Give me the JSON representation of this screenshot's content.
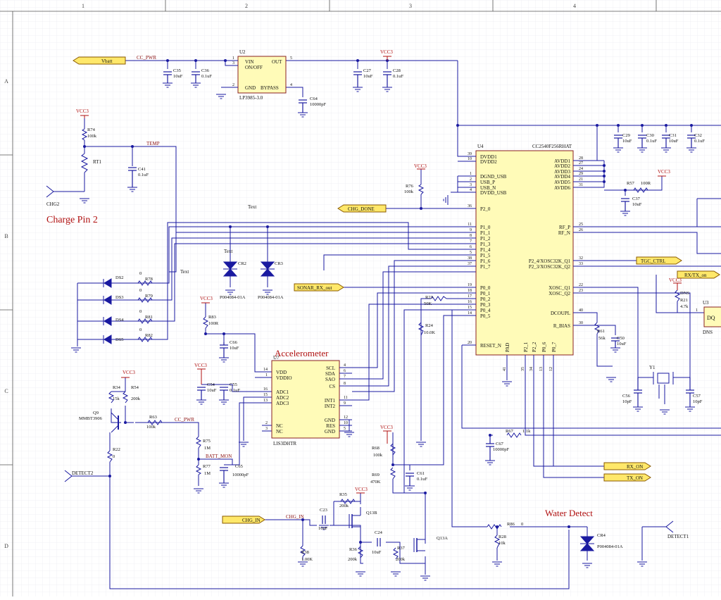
{
  "border": {
    "columns": [
      "1",
      "2",
      "3",
      "4"
    ],
    "rows": [
      "A",
      "B",
      "C",
      "D"
    ]
  },
  "annotations": {
    "charge_pin": "Charge Pin 2",
    "accelerometer": "Accelerometer",
    "water_detect": "Water Detect",
    "text1": "Text",
    "text2": "Text",
    "text3": "Text"
  },
  "ports": {
    "vbatt": "Vbatt",
    "chg_done": "CHG_DONE",
    "sonar_rx": "SONAR_RX_out",
    "tgc_ctrl": "TGC_CTRL",
    "rx_tx_on": "RX/TX_on",
    "rx_on": "RX_ON",
    "tx_on": "TX_ON",
    "chg_in": "CHG_IN"
  },
  "nets": {
    "cc_pwr": "CC_PWR",
    "cc_pwr2": "CC_PWR",
    "temp": "TEMP",
    "batt_mon": "BATT_MON",
    "chg_in": "CHG_IN",
    "chg2": "CHG2",
    "detect2": "DETECT2",
    "detect1": "DETECT1"
  },
  "power": {
    "vcc": "VCC3"
  },
  "u2": {
    "ref": "U2",
    "part": "LP3985-3.0",
    "pins_left": [
      {
        "num": "1",
        "name": "VIN"
      },
      {
        "num": "3",
        "name": "ON/OFF"
      },
      {
        "num": "2",
        "name": "GND"
      }
    ],
    "pins_right": [
      {
        "num": "5",
        "name": "OUT"
      },
      {
        "num": "4",
        "name": "BYPASS"
      }
    ]
  },
  "u4": {
    "ref": "U4",
    "part": "CC2540F256RHAT",
    "left_pins": [
      {
        "num": "39",
        "name": "DVDD1"
      },
      {
        "num": "10",
        "name": "DVDD2"
      },
      {
        "num": "1",
        "name": "DGND_USB"
      },
      {
        "num": "2",
        "name": "USB_P"
      },
      {
        "num": "3",
        "name": "USB_N"
      },
      {
        "num": "4",
        "name": "DVDD_USB"
      },
      {
        "num": "36",
        "name": "P2_0"
      },
      {
        "num": "11",
        "name": "P1_0"
      },
      {
        "num": "9",
        "name": "P1_1"
      },
      {
        "num": "8",
        "name": "P1_2"
      },
      {
        "num": "7",
        "name": "P1_3"
      },
      {
        "num": "6",
        "name": "P1_4"
      },
      {
        "num": "5",
        "name": "P1_5"
      },
      {
        "num": "38",
        "name": "P1_6"
      },
      {
        "num": "37",
        "name": "P1_7"
      },
      {
        "num": "19",
        "name": "P0_0"
      },
      {
        "num": "18",
        "name": "P0_1"
      },
      {
        "num": "17",
        "name": "P0_2"
      },
      {
        "num": "16",
        "name": "P0_3"
      },
      {
        "num": "15",
        "name": "P0_4"
      },
      {
        "num": "14",
        "name": "P0_5"
      },
      {
        "num": "20",
        "name": "RESET_N"
      }
    ],
    "right_pins": [
      {
        "num": "28",
        "name": "AVDD1"
      },
      {
        "num": "27",
        "name": "AVDD2"
      },
      {
        "num": "24",
        "name": "AVDD3"
      },
      {
        "num": "29",
        "name": "AVDD4"
      },
      {
        "num": "21",
        "name": "AVDD5"
      },
      {
        "num": "31",
        "name": "AVDD6"
      },
      {
        "num": "25",
        "name": "RF_P"
      },
      {
        "num": "26",
        "name": "RF_N"
      },
      {
        "num": "32",
        "name": "P2_4/XOSC32K_Q1"
      },
      {
        "num": "33",
        "name": "P2_3/XOSC32K_Q2"
      },
      {
        "num": "22",
        "name": "XOSC_Q1"
      },
      {
        "num": "23",
        "name": "XOSC_Q2"
      },
      {
        "num": "40",
        "name": "DCOUPL"
      },
      {
        "num": "30",
        "name": "R_BIAS"
      }
    ],
    "bottom_pins": [
      {
        "num": "41",
        "name": "PAD"
      },
      {
        "num": "35",
        "name": "P2_1"
      },
      {
        "num": "34",
        "name": "P2_2"
      },
      {
        "num": "13",
        "name": "P0_6"
      },
      {
        "num": "12",
        "name": "P0_7"
      }
    ]
  },
  "u7": {
    "ref": "U7",
    "part": "LIS3DHTR",
    "left_pins": [
      {
        "num": "14",
        "name": "VDD"
      },
      {
        "num": "1",
        "name": "VDDIO"
      },
      {
        "num": "16",
        "name": "ADC1"
      },
      {
        "num": "15",
        "name": "ADC2"
      },
      {
        "num": "13",
        "name": "ADC3"
      },
      {
        "num": "2",
        "name": "NC"
      },
      {
        "num": "3",
        "name": "NC"
      }
    ],
    "right_pins": [
      {
        "num": "4",
        "name": "SCL"
      },
      {
        "num": "6",
        "name": "SDA"
      },
      {
        "num": "7",
        "name": "SAO"
      },
      {
        "num": "8",
        "name": "CS"
      },
      {
        "num": "11",
        "name": "INT1"
      },
      {
        "num": "9",
        "name": "INT2"
      },
      {
        "num": "12",
        "name": "GND"
      },
      {
        "num": "10",
        "name": "RES"
      },
      {
        "num": "5",
        "name": "GND"
      }
    ]
  },
  "u3": {
    "ref": "U3",
    "part": "DQ",
    "sub": "DNS",
    "pin": "1"
  },
  "capacitors": [
    {
      "ref": "C35",
      "val": "10uF"
    },
    {
      "ref": "C36",
      "val": "0.1uF"
    },
    {
      "ref": "C27",
      "val": "10uF"
    },
    {
      "ref": "C28",
      "val": "0.1uF"
    },
    {
      "ref": "C64",
      "val": "10000pF"
    },
    {
      "ref": "C41",
      "val": "0.1uF"
    },
    {
      "ref": "C29",
      "val": "10uF"
    },
    {
      "ref": "C30",
      "val": "0.1uF"
    },
    {
      "ref": "C31",
      "val": "10uF"
    },
    {
      "ref": "C32",
      "val": "0.1uF"
    },
    {
      "ref": "C37",
      "val": "10uF"
    },
    {
      "ref": "C66",
      "val": "10uF"
    },
    {
      "ref": "C54",
      "val": "10uF"
    },
    {
      "ref": "C55",
      "val": "0.1uF"
    },
    {
      "ref": "C50",
      "val": "10uF"
    },
    {
      "ref": "C56",
      "val": "10pF"
    },
    {
      "ref": "C57",
      "val": "10pF"
    },
    {
      "ref": "C67",
      "val": "10000pF"
    },
    {
      "ref": "C61",
      "val": "0.1uF"
    },
    {
      "ref": "C65",
      "val": "10000pF"
    },
    {
      "ref": "C23",
      "val": "10uF"
    },
    {
      "ref": "C24",
      "val": "10uF"
    }
  ],
  "resistors": [
    {
      "ref": "R74",
      "val": "100k"
    },
    {
      "ref": "RT1",
      "val": ""
    },
    {
      "ref": "R76",
      "val": "100k"
    },
    {
      "ref": "R57",
      "val": "100R"
    },
    {
      "ref": "R78",
      "val": "0"
    },
    {
      "ref": "R79",
      "val": "0"
    },
    {
      "ref": "R81",
      "val": "0"
    },
    {
      "ref": "R82",
      "val": "0"
    },
    {
      "ref": "R83",
      "val": "100R"
    },
    {
      "ref": "R23",
      "val": "50K"
    },
    {
      "ref": "R24",
      "val": "10.0K"
    },
    {
      "ref": "R21",
      "val": "4.7k"
    },
    {
      "ref": "R61",
      "val": "56k"
    },
    {
      "ref": "R34",
      "val": "15k"
    },
    {
      "ref": "R54",
      "val": "200k"
    },
    {
      "ref": "R63",
      "val": "100k"
    },
    {
      "ref": "R22",
      "val": "0"
    },
    {
      "ref": "R75",
      "val": "1M"
    },
    {
      "ref": "R77",
      "val": "1M"
    },
    {
      "ref": "R67",
      "val": "1.1k"
    },
    {
      "ref": "R68",
      "val": "100k"
    },
    {
      "ref": "R69",
      "val": "470K"
    },
    {
      "ref": "R35",
      "val": "200k"
    },
    {
      "ref": "R36",
      "val": "200k"
    },
    {
      "ref": "R37",
      "val": "200k"
    },
    {
      "ref": "R38",
      "val": "1.00K"
    },
    {
      "ref": "R86",
      "val": "0"
    },
    {
      "ref": "R28",
      "val": "10k"
    }
  ],
  "diodes": [
    {
      "ref": "CR2",
      "part": "P004084-01A"
    },
    {
      "ref": "CR3",
      "part": "P004084-01A"
    },
    {
      "ref": "CR4",
      "part": "P004084-01A"
    }
  ],
  "leds": [
    "DS2",
    "DS3",
    "DS4",
    "DS5"
  ],
  "transistors": [
    {
      "ref": "Q9",
      "part": "MMBT3906"
    },
    {
      "ref": "Q13B",
      "part": ""
    },
    {
      "ref": "Q13A",
      "part": ""
    }
  ],
  "crystal": {
    "ref": "Y1"
  },
  "dns": "DNS"
}
